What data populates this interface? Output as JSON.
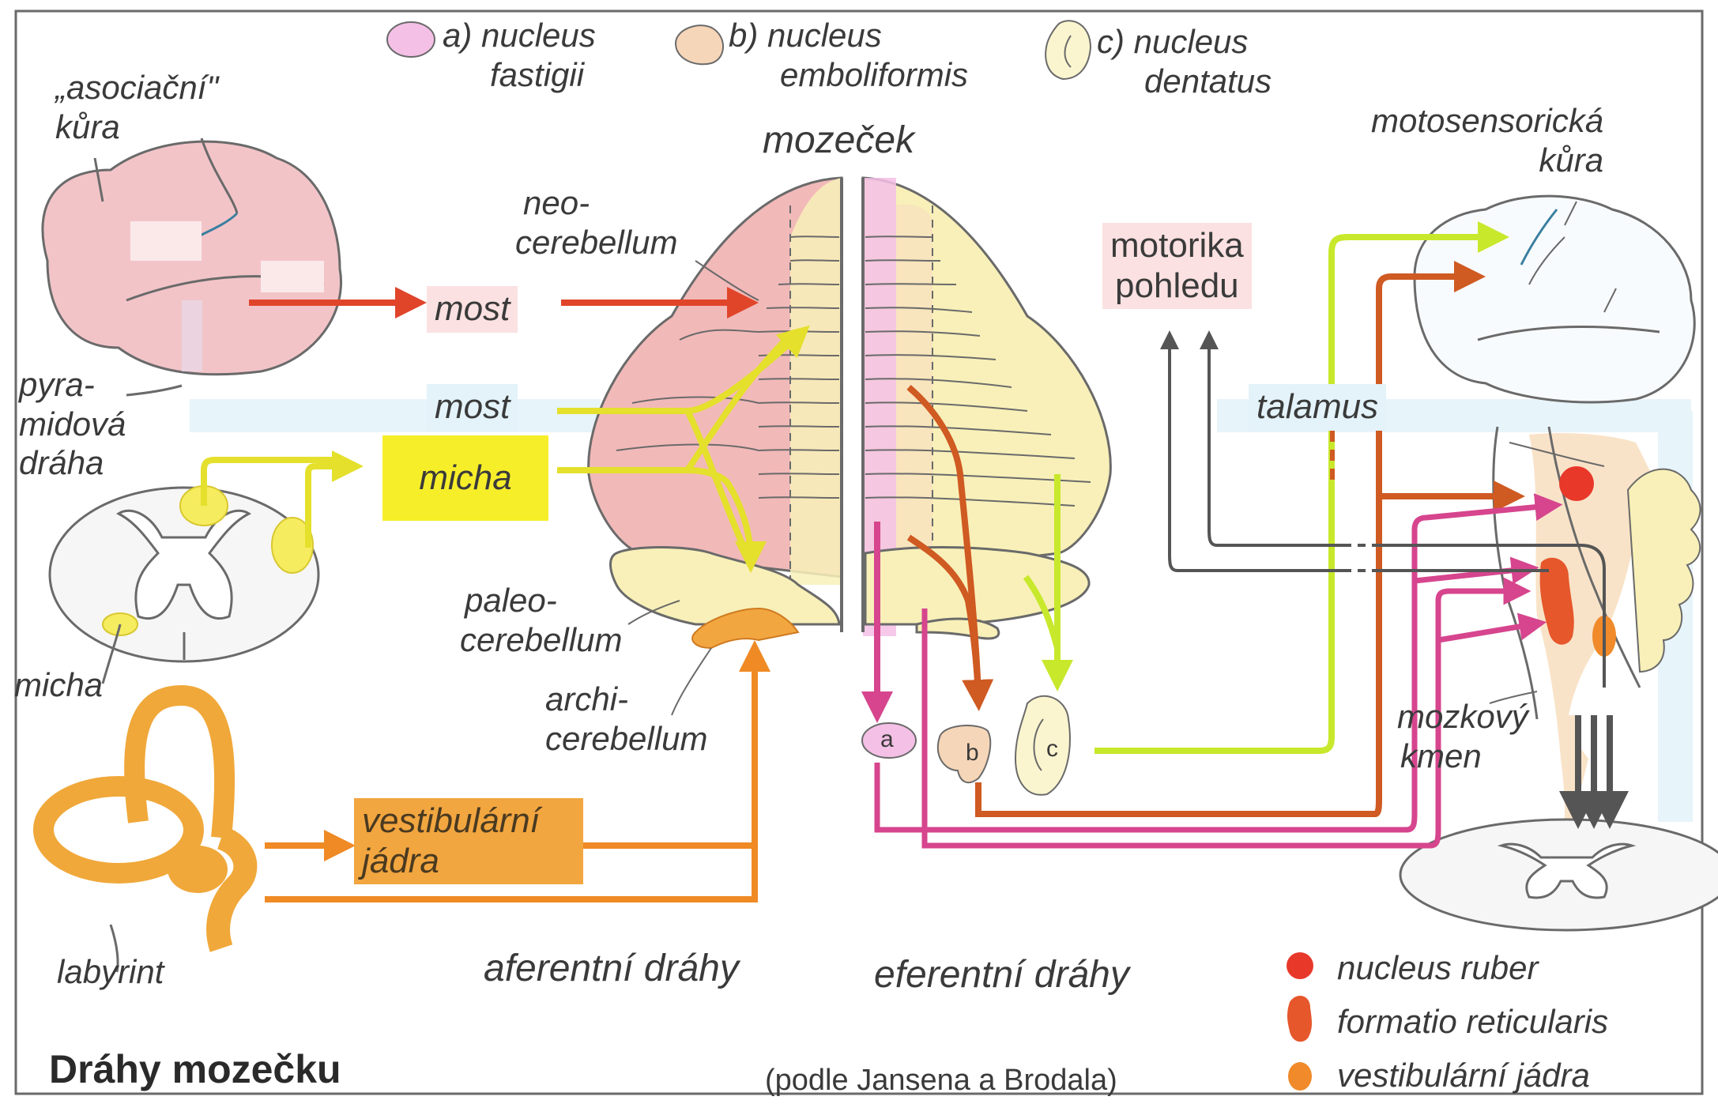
{
  "colors": {
    "frame": "#6a6a6a",
    "neo_pink": "#f2b9b9",
    "paleo_cream": "#f8f0b8",
    "archi_orange": "#f2a640",
    "efferent_pink": "#f4c0e6",
    "red_arrow": "#e0452a",
    "yellow_arrow": "#e4e02c",
    "orange_arrow": "#ef8a24",
    "brown_arrow": "#cf5a22",
    "green_arrow": "#c8e82c",
    "magenta_arrow": "#d6458e",
    "dark_arrow": "#555555",
    "light_blue": "#d8eef6",
    "nucleus_ruber": "#e8382a",
    "formatio_reticularis": "#e6572c",
    "vestibular_nuclei": "#f08a2a"
  },
  "legend_top": [
    {
      "icon": "nucleus-fastigii-icon",
      "line1": "a) nucleus",
      "line2": "fastigii"
    },
    {
      "icon": "nucleus-emboliformis-icon",
      "line1": "b) nucleus",
      "line2": "emboliformis"
    },
    {
      "icon": "nucleus-dentatus-icon",
      "line1": "c) nucleus",
      "line2": "dentatus"
    }
  ],
  "labels": {
    "asociacni_1": "„asociační\"",
    "asociacni_2": "kůra",
    "pyramid_1": "pyra-",
    "pyramid_2": "midová",
    "pyramid_3": "dráha",
    "micha_left": "micha",
    "labyrint": "labyrint",
    "mozecek": "mozeček",
    "neo_1": "neo-",
    "neo_2": "cerebellum",
    "paleo_1": "paleo-",
    "paleo_2": "cerebellum",
    "archi_1": "archi-",
    "archi_2": "cerebellum",
    "motosens_1": "motosensorická",
    "motosens_2": "kůra",
    "mozkovy_1": "mozkový",
    "mozkovy_2": "kmen",
    "nuc_a": "a",
    "nuc_b": "b",
    "nuc_c": "c"
  },
  "boxes": {
    "most_red": "most",
    "most_blue": "most",
    "micha_yellow": "micha",
    "vestibularni_1": "vestibulární",
    "vestibularni_2": "jádra",
    "motorika_1": "motorika",
    "motorika_2": "pohledu",
    "talamus": "talamus"
  },
  "sections": {
    "aferentni": "aferentní dráhy",
    "eferentni": "eferentní dráhy"
  },
  "legend_bottom": [
    {
      "icon": "nucleus-ruber-dot-icon",
      "label": "nucleus ruber"
    },
    {
      "icon": "formatio-reticularis-icon",
      "label": "formatio reticularis"
    },
    {
      "icon": "vestibular-nuclei-dot-icon",
      "label": "vestibulární jádra"
    }
  ],
  "title": "Dráhy mozečku",
  "source": "(podle Jansena a Brodala)"
}
